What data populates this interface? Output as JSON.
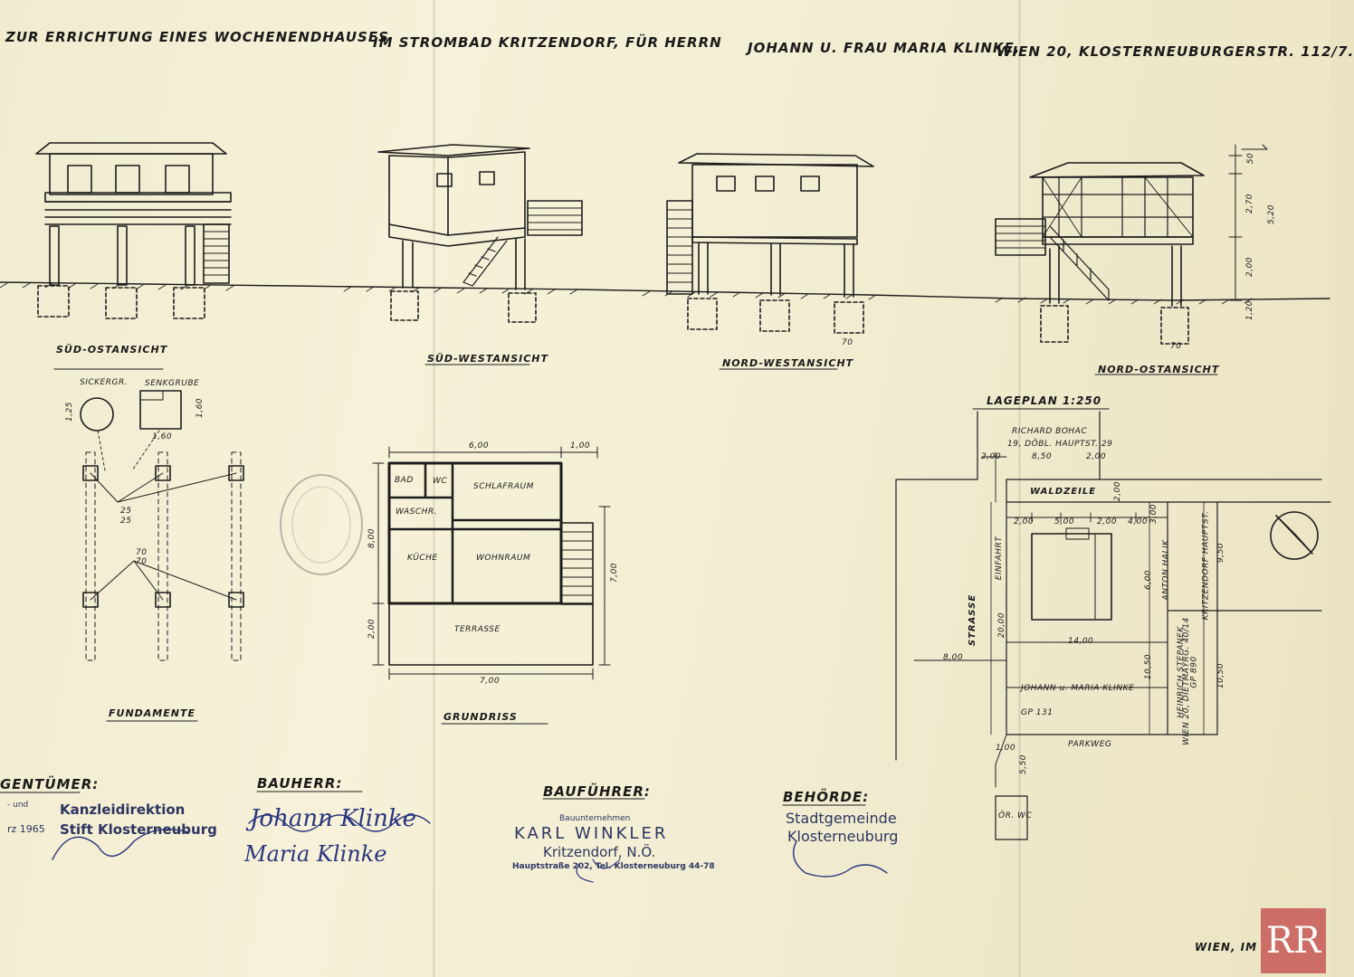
{
  "header": {
    "line1": "ZUR ERRICHTUNG EINES WOCHENENDHAUSES",
    "line2": "IM STROMBAD KRITZENDORF, FÜR HERRN",
    "line3": "JOHANN U. FRAU MARIA KLINKE,",
    "line4": "WIEN 20, KLOSTERNEUBURGERSTR. 112/7."
  },
  "views": {
    "so": "SÜD-OSTANSICHT",
    "sw": "SÜD-WESTANSICHT",
    "nw": "NORD-WESTANSICHT",
    "no": "NORD-OSTANSICHT"
  },
  "elevation_dims": {
    "d50": "50",
    "d270": "2,70",
    "d520": "5,20",
    "d200": "2,00",
    "d120": "1,20",
    "d70a": "70",
    "d70b": "70"
  },
  "foundation": {
    "title": "FUNDAMENTE",
    "sickergr": "SICKERGR.",
    "senkgrube": "SENKGRUBE",
    "d125": "1,25",
    "d160a": "1,60",
    "d160b": "1,60",
    "d25a": "25",
    "d25b": "25",
    "d70": "70",
    "d70b": "70"
  },
  "plan": {
    "title": "GRUNDRISS",
    "bad": "BAD",
    "wc": "WC",
    "schlafraum": "SCHLAFRAUM",
    "waschr": "WASCHR.",
    "kueche": "KÜCHE",
    "wohnraum": "WOHNRAUM",
    "terrasse": "TERRASSE",
    "d600": "6,00",
    "d100": "1,00",
    "d800": "8,00",
    "d700r": "7,00",
    "d200": "2,00",
    "d700b": "7,00"
  },
  "site": {
    "title": "LAGEPLAN 1:250",
    "neighbor_n": "RICHARD BOHAC",
    "neighbor_n_addr": "19, DÖBL. HAUPTST. 29",
    "d850": "8,50",
    "d200a": "2,00",
    "d200b": "2,00",
    "waldzeile": "WALDZEILE",
    "d200c": "2,00",
    "d500": "5,00",
    "d200d": "2,00",
    "d400": "4,00",
    "d300": "3,00",
    "einfahrt": "EINFAHRT",
    "strasse": "STRASSE",
    "d2000": "20,00",
    "d600": "6,00",
    "d950": "9,50",
    "neighbor_e1": "ANTON HALIK",
    "neighbor_e1_addr": "KRITZENDORF HAUPTST.",
    "d1400": "14,00",
    "d800": "8,00",
    "d1050a": "10,50",
    "d1050b": "10,50",
    "neighbor_e2": "HEINRICH STEPANEK",
    "neighbor_e2_addr": "WIEN 20, DIETMAYRG. 40/14",
    "neighbor_e2_gp": "GP 890",
    "owner": "JOHANN u. MARIA KLINKE",
    "gp": "GP 131",
    "parkweg": "PARKWEG",
    "d100": "1,00",
    "d550": "5,50",
    "oe_wc": "ÖR. WC"
  },
  "signatures": {
    "eigentuemer": "GENTÜMER:",
    "eig_stamp1": "Kanzleidirektion",
    "eig_stamp2": "Stift Klosterneuburg",
    "eig_small1": "- und",
    "eig_small2": "rz 1965",
    "bauherr": "BAUHERR:",
    "bauherr_sig1": "Johann Klinke",
    "bauherr_sig2": "Maria Klinke",
    "baufuehrer": "BAUFÜHRER:",
    "bf_small": "Bauunternehmen",
    "bf_name": "KARL WINKLER",
    "bf_town": "Kritzendorf, N.Ö.",
    "bf_addr": "Hauptstraße 202, Tel. Klosterneuburg 44-78",
    "behoerde": "BEHÖRDE:",
    "beh_stamp1": "Stadtgemeinde",
    "beh_stamp2": "Klosterneuburg",
    "footer": "WIEN, IM"
  },
  "watermark": "RR",
  "colors": {
    "ink": "#1a1a1a",
    "stamp": "#2c3560",
    "logo": "#c9615f"
  }
}
